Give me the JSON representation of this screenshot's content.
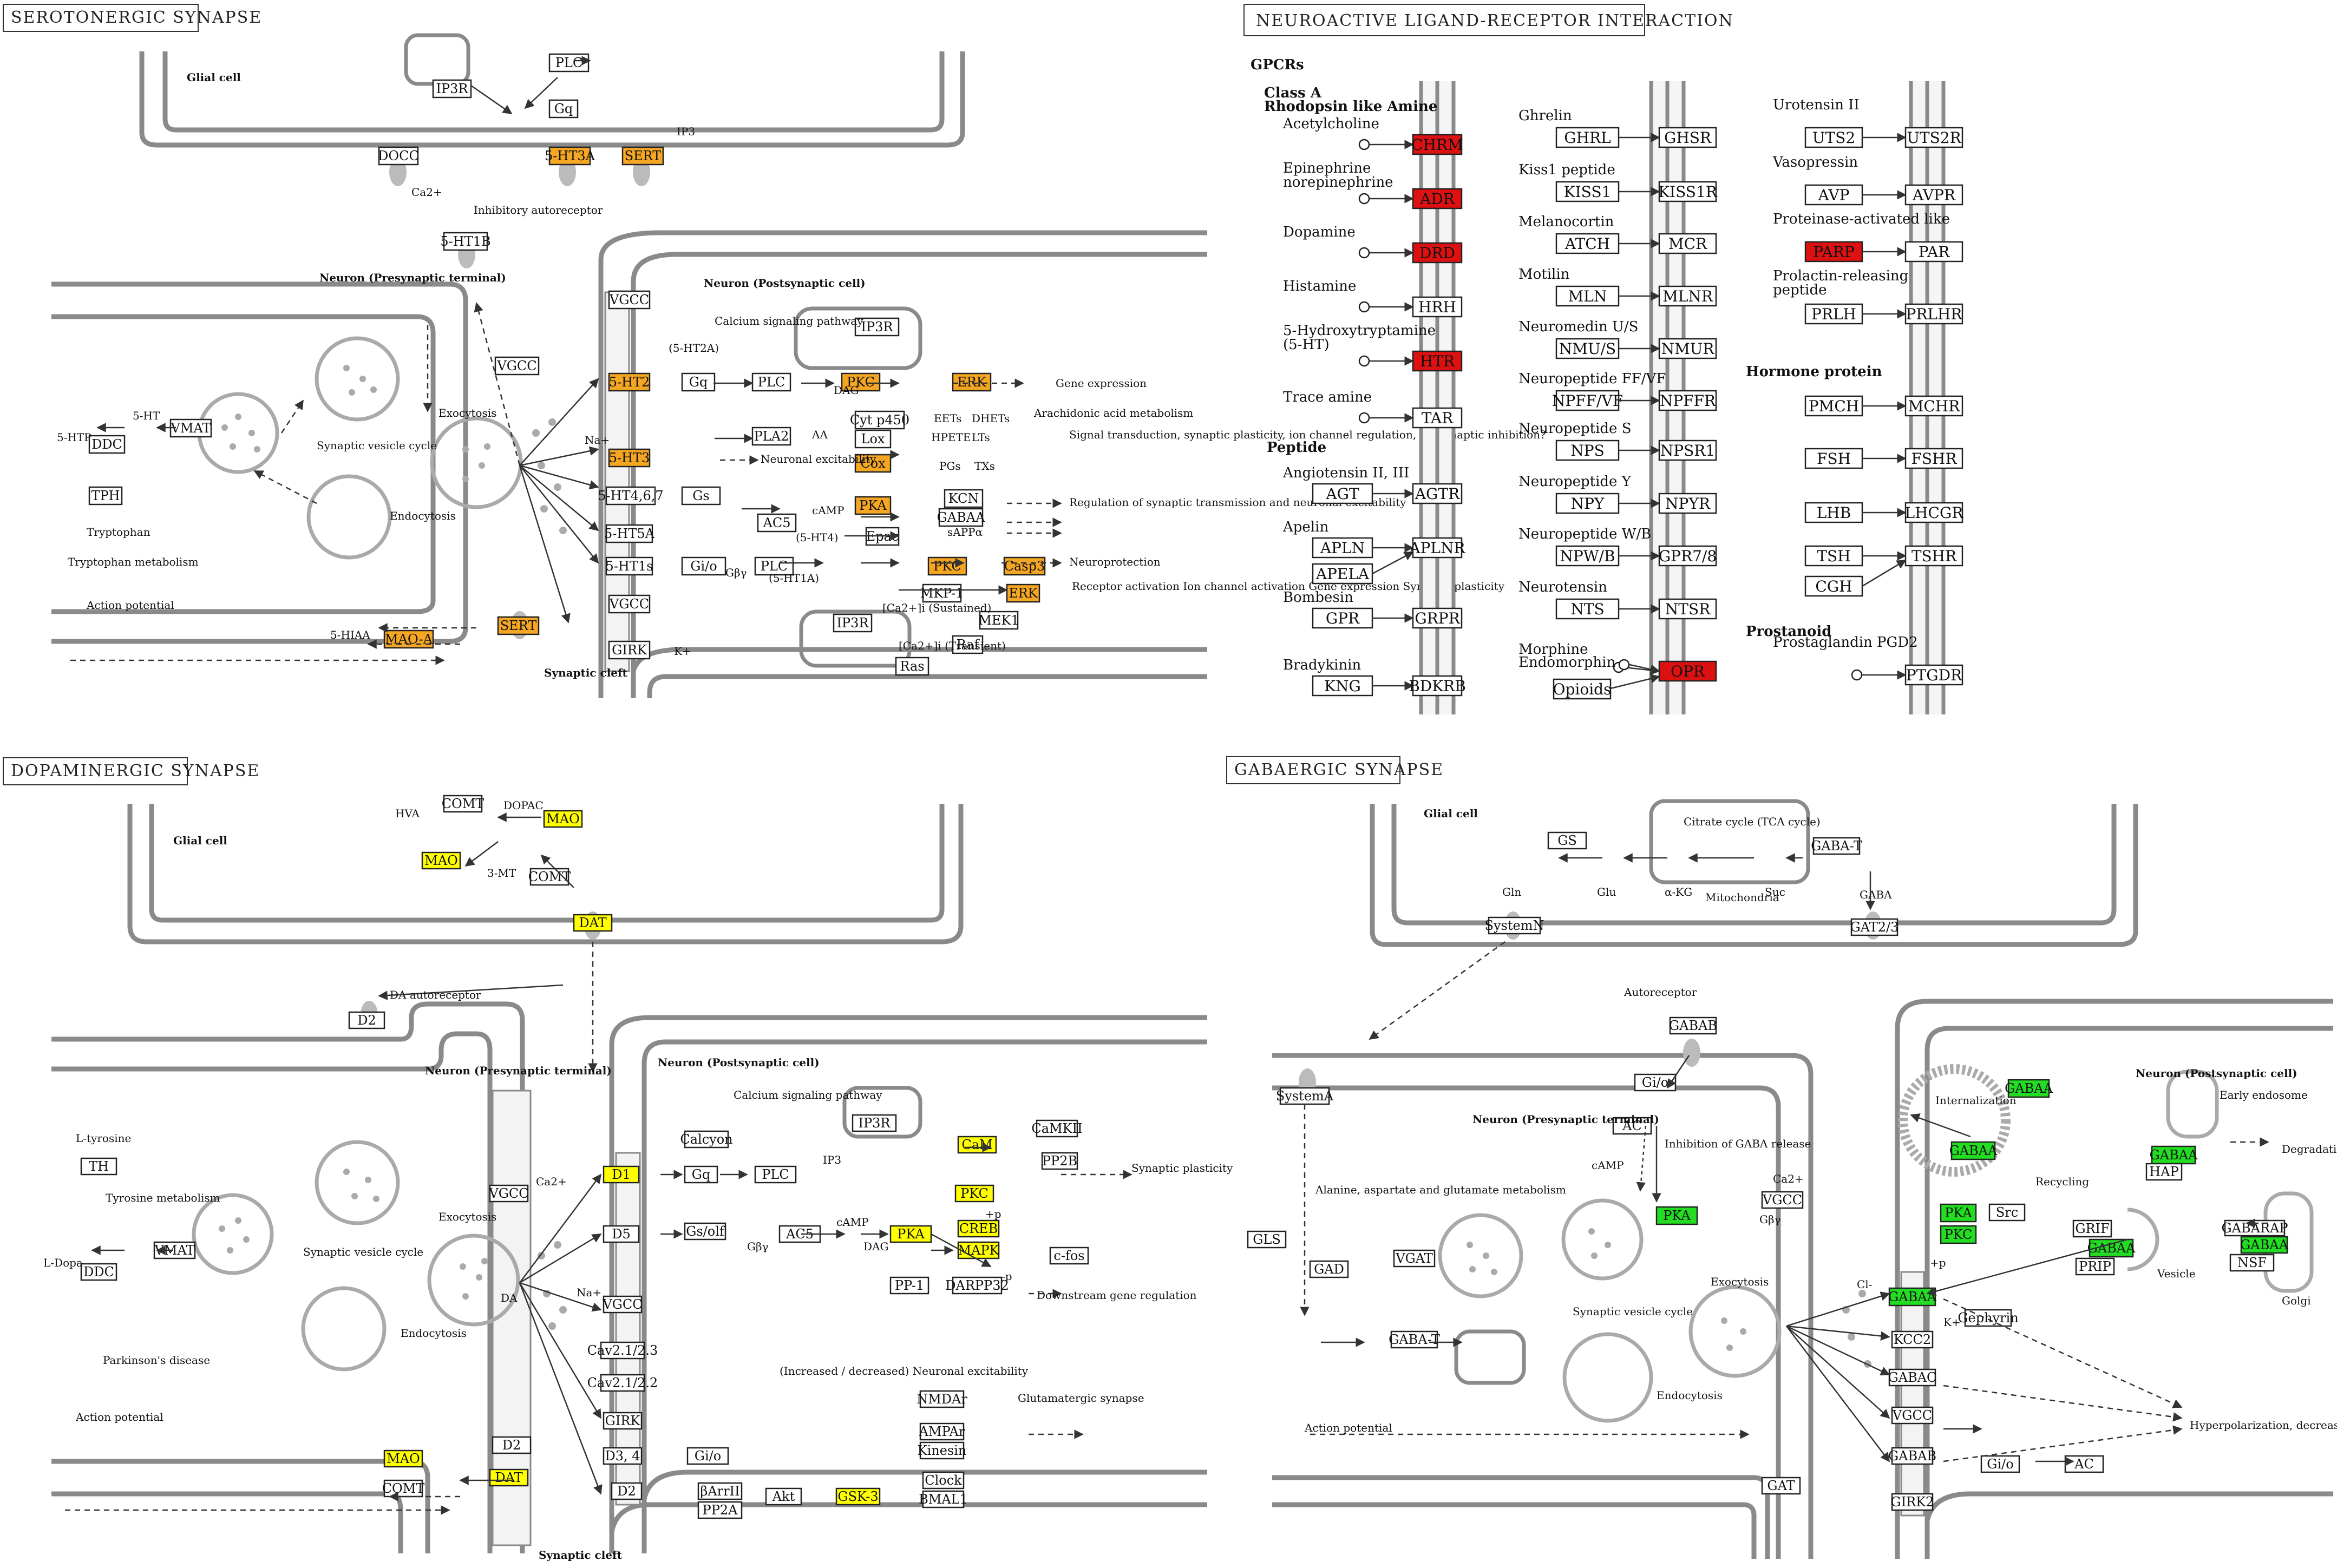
{
  "colors": {
    "serotonergic": "#f5a623",
    "neuroactive": "#dd1111",
    "dopaminergic": "#ffff00",
    "gabaergic": "#22dd22",
    "membrane": "#8a8a8a",
    "box": "#ffffff"
  },
  "panels": [
    {
      "id": "serotonergic",
      "title": "SEROTONERGIC SYNAPSE"
    },
    {
      "id": "neuroactive",
      "title": "NEUROACTIVE LIGAND-RECEPTOR INTERACTION"
    },
    {
      "id": "dopaminergic",
      "title": "DOPAMINERGIC SYNAPSE"
    },
    {
      "id": "gabaergic",
      "title": "GABAERGIC SYNAPSE"
    }
  ],
  "serotonergic": {
    "genes": [
      "IP3R",
      "PLC",
      "Gq",
      "DOCC",
      "5-HT3A",
      "SERT",
      "5-HT1B",
      "VGCC",
      "VGCC",
      "5-HT2",
      "5-HT3",
      "5-HT4,6,7",
      "5-HT5A",
      "5-HT1s",
      "VGCC",
      "GIRK",
      "Gq",
      "Gs",
      "Gi/o",
      "PLC",
      "PLA2",
      "AC5",
      "PLC",
      "IP3R",
      "PKC",
      "ERK",
      "Cyt p450",
      "Lox",
      "Cox",
      "PKA",
      "KCN",
      "GABAA",
      "Epac",
      "PKC",
      "Casp3",
      "ERK",
      "MKP-1",
      "MEK1",
      "Raf",
      "Ras",
      "IP3R",
      "VMAT",
      "DDC",
      "TPH",
      "MAO-A",
      "SERT"
    ],
    "labels": [
      "Glial cell",
      "Neuron (Presynaptic terminal)",
      "Neuron (Postsynaptic cell)",
      "Synaptic cleft",
      "Calcium signaling pathway",
      "Synaptic vesicle cycle",
      "Arachidonic acid metabolism",
      "Tryptophan metabolism",
      "Inhibitory autoreceptor",
      "Exocytosis",
      "Endocytosis",
      "Action potential",
      "Gene expression",
      "Neuronal excitability",
      "Neuroprotection",
      "Signal transduction, synaptic plasticity, ion channel regulation, presynaptic inhibition?",
      "Regulation of synaptic transmission and neuronal excitability",
      "Receptor activation Ion channel activation Gene expression Synaptic plasticity",
      "5-HT",
      "5-HTP",
      "5-HIAA",
      "Tryptophan",
      "Ca2+",
      "Na+",
      "K+",
      "IP3",
      "DAG",
      "AA",
      "EETs",
      "DHETs",
      "HPETE",
      "LTs",
      "PGs",
      "TXs",
      "cAMP",
      "sAPPα",
      "Gβγ",
      "(5-HT2A)",
      "(5-HT4)",
      "(5-HT1A)",
      "[Ca2+]i (Sustained)",
      "[Ca2+]i (Transient)"
    ]
  },
  "neuroactive": {
    "sections": [
      "GPCRs",
      "Class A Rhodopsin like Amine",
      "Peptide",
      "Hormone protein",
      "Prostanoid"
    ],
    "col1": [
      {
        "ligand": "Acetylcholine",
        "receptor": "CHRM"
      },
      {
        "ligand": "Epinephrine, norepinephrine",
        "receptor": "ADR"
      },
      {
        "ligand": "Dopamine",
        "receptor": "DRD"
      },
      {
        "ligand": "Histamine",
        "receptor": "HRH"
      },
      {
        "ligand": "5-Hydroxytryptamine (5-HT)",
        "receptor": "HTR"
      },
      {
        "ligand": "Trace amine",
        "receptor": "TAR"
      },
      {
        "ligand": "Angiotensin II, III",
        "gene": "AGT",
        "receptor": "AGTR"
      },
      {
        "ligand": "Apelin",
        "gene": "APLN",
        "gene2": "APELA",
        "receptor": "APLNR"
      },
      {
        "ligand": "Bombesin",
        "gene": "GPR",
        "receptor": "GRPR"
      },
      {
        "ligand": "Bradykinin",
        "gene": "KNG",
        "receptor": "BDKRB"
      }
    ],
    "col2": [
      {
        "ligand": "Ghrelin",
        "gene": "GHRL",
        "receptor": "GHSR"
      },
      {
        "ligand": "Kiss1 peptide",
        "gene": "KISS1",
        "receptor": "KISS1R"
      },
      {
        "ligand": "Melanocortin",
        "gene": "ATCH",
        "receptor": "MCR"
      },
      {
        "ligand": "Motilin",
        "gene": "MLN",
        "receptor": "MLNR"
      },
      {
        "ligand": "Neuromedin U/S",
        "gene": "NMU/S",
        "receptor": "NMUR"
      },
      {
        "ligand": "Neuropeptide FF/VF",
        "gene": "NPFF/VF",
        "receptor": "NPFFR"
      },
      {
        "ligand": "Neuropeptide S",
        "gene": "NPS",
        "receptor": "NPSR1"
      },
      {
        "ligand": "Neuropeptide Y",
        "gene": "NPY",
        "receptor": "NPYR"
      },
      {
        "ligand": "Neuropeptide W/B",
        "gene": "NPW/B",
        "receptor": "GPR7/8"
      },
      {
        "ligand": "Neurotensin",
        "gene": "NTS",
        "receptor": "NTSR"
      },
      {
        "ligand": "Morphine",
        "receptor": "OPR"
      }
    ],
    "col2_extra": [
      "Endomorphin",
      "Opioids"
    ],
    "col3": [
      {
        "ligand": "Urotensin II",
        "gene": "UTS2",
        "receptor": "UTS2R"
      },
      {
        "ligand": "Vasopressin",
        "gene": "AVP",
        "receptor": "AVPR"
      },
      {
        "ligand": "Proteinase-activated like",
        "gene": "PARP",
        "receptor": "PAR"
      },
      {
        "ligand": "Prolactin-releasing peptide",
        "gene": "PRLH",
        "receptor": "PRLHR"
      },
      {
        "gene": "PMCH",
        "receptor": "MCHR"
      },
      {
        "gene": "FSH",
        "receptor": "FSHR"
      },
      {
        "gene": "LHB",
        "receptor": "LHCGR"
      },
      {
        "gene": "TSH",
        "gene2": "CGH",
        "receptor": "TSHR"
      },
      {
        "ligand": "Prostaglandin PGD2",
        "receptor": "PTGDR"
      }
    ]
  },
  "dopaminergic": {
    "genes": [
      "COMT",
      "MAO",
      "MAO",
      "COMT",
      "DAT",
      "D2",
      "VGCC",
      "D1",
      "D5",
      "VGCC",
      "Cav2.1/2.3",
      "Cav2.1/2.2",
      "GIRK",
      "D3, 4",
      "D2",
      "D2",
      "Calcyon",
      "Gq",
      "Gs/olf",
      "Gi/o",
      "PLC",
      "IP3R",
      "AC5",
      "CaM",
      "PKC",
      "CREB",
      "PKA",
      "MAPK",
      "CaMKII",
      "PP2B",
      "PP-1",
      "DARPP32",
      "c-fos",
      "NMDAr",
      "AMPAr",
      "Kinesin",
      "Clock",
      "BMAL1",
      "βArrII",
      "PP2A",
      "Akt",
      "GSK-3",
      "TH",
      "VMAT",
      "DDC",
      "MAO",
      "COMT",
      "DAT"
    ],
    "labels": [
      "Glial cell",
      "DA autoreceptor",
      "Neuron (Presynaptic terminal)",
      "Neuron (Postsynaptic cell)",
      "Calcium signaling pathway",
      "Synaptic vesicle cycle",
      "Tyrosine metabolism",
      "Parkinson's disease",
      "Glutamatergic synapse",
      "Exocytosis",
      "Endocytosis",
      "Action potential",
      "Synaptic cleft",
      "Synaptic plasticity",
      "Downstream gene regulation",
      "(Increased / decreased) Neuronal excitability",
      "DA",
      "DOPAC",
      "HVA",
      "3-MT",
      "L-tyrosine",
      "L-Dopa",
      "Ca2+",
      "Na+",
      "IP3",
      "DAG",
      "cAMP",
      "Gβγ",
      "+p",
      "-p"
    ]
  },
  "gabaergic": {
    "genes": [
      "GS",
      "GABA-T",
      "SystemN",
      "GAT2/3",
      "GABAB",
      "Gi/o",
      "AC",
      "PKA",
      "VGCC",
      "SystemA",
      "GLS",
      "GAD",
      "VGAT",
      "GABA-T",
      "GAT",
      "GABAA",
      "GABAA",
      "GABAA",
      "GABAA",
      "PKA",
      "Src",
      "PKC",
      "GRIF",
      "PRIP",
      "GABAA",
      "HAP",
      "GABARAP",
      "GABAA",
      "NSF",
      "Gephyrin",
      "KCC2",
      "GABAC",
      "VGCC",
      "GABAB",
      "Gi/o",
      "AC",
      "GIRK2"
    ],
    "labels": [
      "Glial cell",
      "Mitochondria",
      "Citrate cycle (TCA cycle)",
      "Autoreceptor",
      "Neuron (Presynaptic terminal)",
      "Neuron (Postsynaptic cell)",
      "Inhibition of GABA release",
      "Alanine, aspartate and glutamate metabolism",
      "Synaptic vesicle cycle",
      "Exocytosis",
      "Endocytosis",
      "Internalization",
      "Recycling",
      "Early endosome",
      "Degradation",
      "Vesicle",
      "Golgi",
      "Action potential",
      "Hyperpolarization, decreased excitability",
      "Gln",
      "Glu",
      "GABA",
      "α-KG",
      "Suc",
      "cAMP",
      "Gβγ",
      "Ca2+",
      "Cl-",
      "K+",
      "+p"
    ]
  }
}
